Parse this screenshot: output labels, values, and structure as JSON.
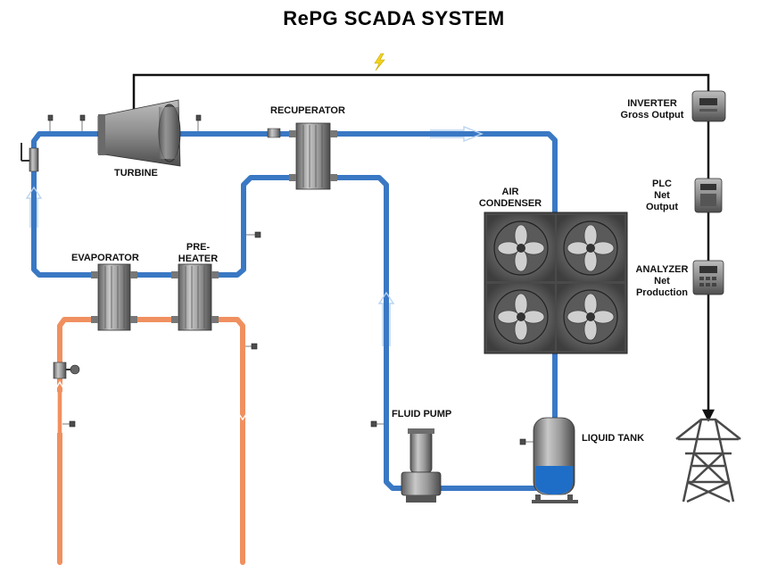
{
  "title": "RePG  SCADA SYSTEM",
  "labels": {
    "turbine": "TURBINE",
    "recuperator": "RECUPERATOR",
    "evaporator": "EVAPORATOR",
    "preheater_1": "PRE-",
    "preheater_2": "HEATER",
    "air_condenser_1": "AIR",
    "air_condenser_2": "CONDENSER",
    "fluid_pump": "FLUID PUMP",
    "liquid_tank": "LIQUID TANK",
    "inverter_1": "INVERTER",
    "inverter_2": "Gross Output",
    "plc_1": "PLC",
    "plc_2": "Net",
    "plc_3": "Output",
    "analyzer_1": "ANALYZER",
    "analyzer_2": "Net",
    "analyzer_3": "Production"
  },
  "colors": {
    "working_fluid_pipe": "#3a78c4",
    "hot_water_pipe": "#f09060",
    "power_line": "#111111",
    "lightning": "#f2d21a",
    "equipment": "#8a8a8a"
  },
  "icons": [
    "lightning-icon",
    "transmission-tower-icon",
    "fan-icon"
  ]
}
